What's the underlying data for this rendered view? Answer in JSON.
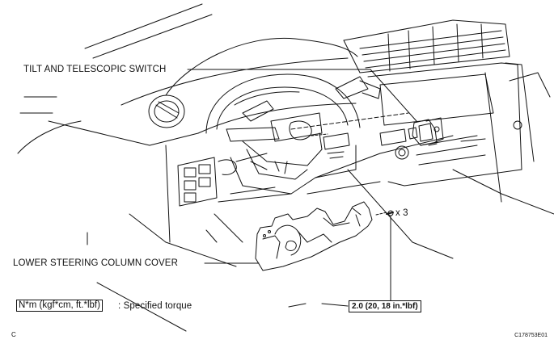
{
  "labels": {
    "tilt_switch": "TILT AND TELESCOPIC SWITCH",
    "lower_cover": "LOWER STEERING COLUMN COVER",
    "quantity": "x 3",
    "torque_value": "2.0 (20, 18 in.*lbf)"
  },
  "legend": {
    "units": "N*m (kgf*cm, ft.*lbf)",
    "description": ": Specified torque"
  },
  "footer": {
    "corner_letter": "C",
    "figure_id": "C178753E01"
  }
}
